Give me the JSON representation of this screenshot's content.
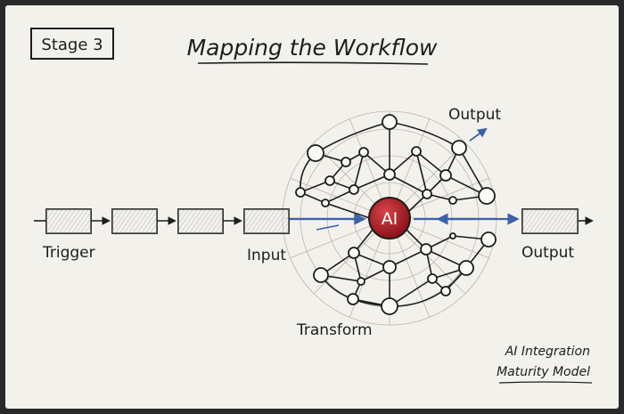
{
  "stage_label": "Stage 3",
  "title": "Mapping the Workflow",
  "labels": {
    "trigger": "Trigger",
    "input": "Input",
    "transform": "Transform",
    "output_top": "Output",
    "output_right": "Output",
    "ai": "AI"
  },
  "footer": {
    "line1": "AI Integration",
    "line2": "Maturity Model"
  },
  "colors": {
    "paper": "#f3f1ec",
    "ink": "#1d1d1d",
    "arrow_blue": "#3a62a8",
    "ai_red": "#b3202a"
  }
}
